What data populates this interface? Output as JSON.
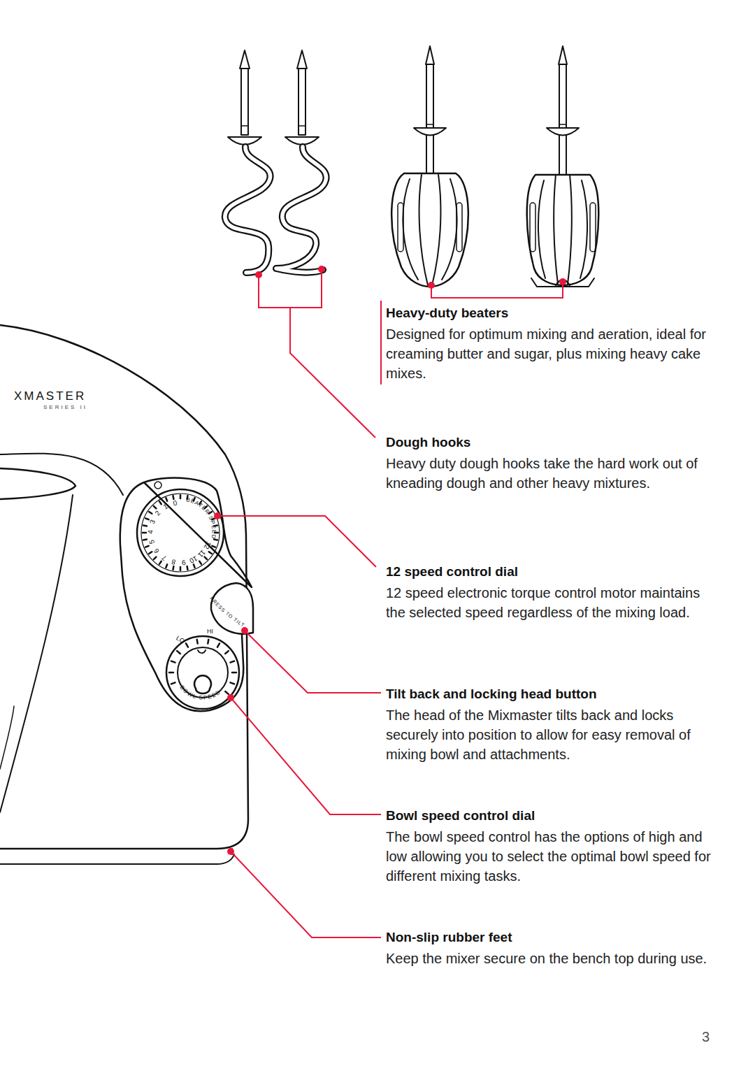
{
  "diagram": {
    "labels": [
      "Heavy-duty beaters",
      "Designed for optimum mixing and aeration, ideal for creaming butter and sugar, plus mixing heavy cake mixes.",
      "Dough hooks",
      "Heavy duty dough hooks take the hard work out of kneading dough and other heavy mixtures.",
      "12 speed control dial",
      "12 speed electronic torque control motor maintains the selected speed regardless of the mixing load.",
      "Tilt back and locking head button",
      "The head of the Mixmaster tilts back and locks securely into position to allow for easy removal of mixing bowl and attachments.",
      "Bowl speed control dial",
      "The bowl speed control has the options of high and low allowing you to select the optimal bowl speed for different mixing tasks.",
      "Non-slip rubber feet",
      "Keep the mixer secure on the bench top during use.",
      "XMASTER",
      "SERIES II",
      "0",
      "1",
      "2",
      "3",
      "4",
      "5",
      "6",
      "7",
      "8",
      "9",
      "10",
      "11",
      "12",
      "BEATER SPEED",
      "PRESS TO TILT",
      "LO",
      "HI",
      "BOWL SPEED",
      "3"
    ]
  }
}
